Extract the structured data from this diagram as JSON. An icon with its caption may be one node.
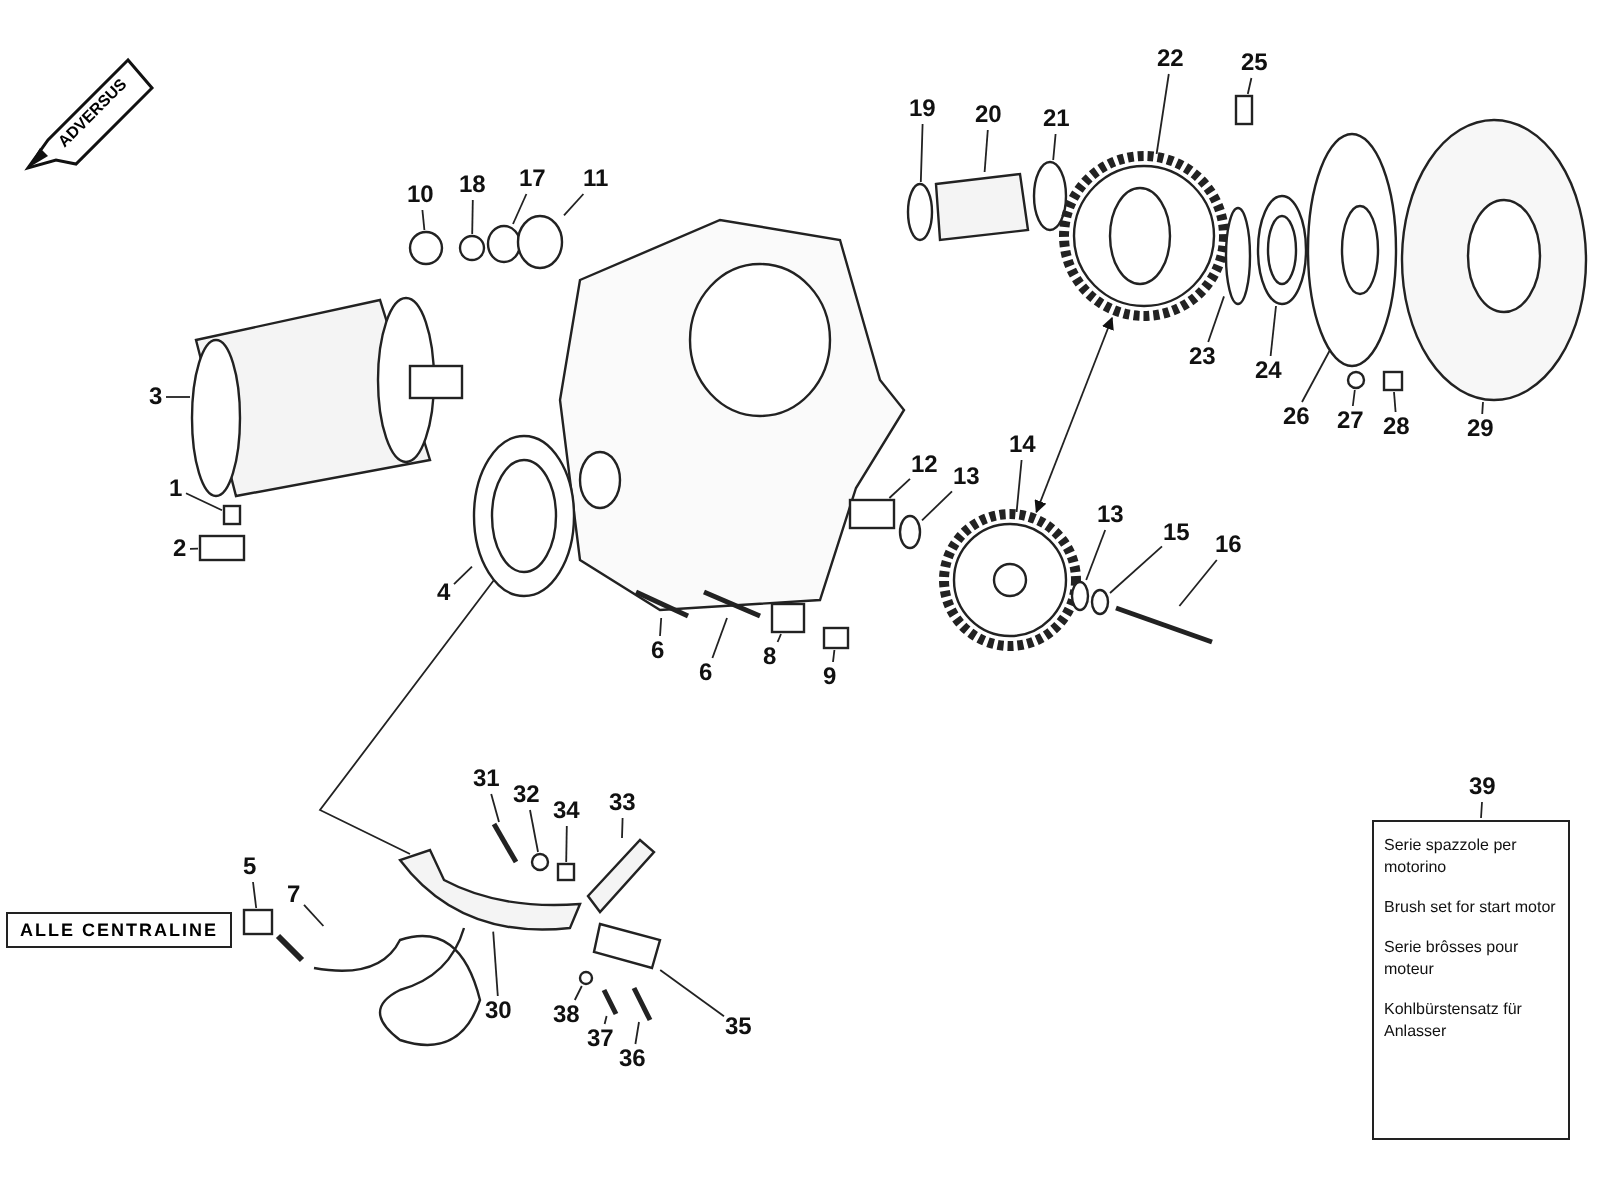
{
  "diagram": {
    "nodes": [
      {
        "text": [
          "10"
        ]
      },
      {
        "text": [
          "18"
        ]
      },
      {
        "text": [
          "17"
        ]
      },
      {
        "text": [
          "11"
        ]
      },
      {
        "text": [
          "19"
        ]
      },
      {
        "text": [
          "20"
        ]
      },
      {
        "text": [
          "21"
        ]
      },
      {
        "text": [
          "22"
        ]
      },
      {
        "text": [
          "25"
        ]
      },
      {
        "text": [
          "3"
        ]
      },
      {
        "text": [
          "1"
        ]
      },
      {
        "text": [
          "2"
        ]
      },
      {
        "text": [
          "4"
        ]
      },
      {
        "text": [
          "12"
        ]
      },
      {
        "text": [
          "13"
        ]
      },
      {
        "text": [
          "14"
        ]
      },
      {
        "text": [
          "13"
        ]
      },
      {
        "text": [
          "15"
        ]
      },
      {
        "text": [
          "16"
        ]
      },
      {
        "text": [
          "23"
        ]
      },
      {
        "text": [
          "24"
        ]
      },
      {
        "text": [
          "26"
        ]
      },
      {
        "text": [
          "27"
        ]
      },
      {
        "text": [
          "28"
        ]
      },
      {
        "text": [
          "29"
        ]
      },
      {
        "text": [
          "6"
        ]
      },
      {
        "text": [
          "8"
        ]
      },
      {
        "text": [
          "6"
        ]
      },
      {
        "text": [
          "9"
        ]
      },
      {
        "text": [
          "31"
        ]
      },
      {
        "text": [
          "32"
        ]
      },
      {
        "text": [
          "34"
        ]
      },
      {
        "text": [
          "33"
        ]
      },
      {
        "text": [
          "39"
        ]
      },
      {
        "text": [
          "Serie spazzole per motorino",
          "Brush set for start motor",
          "Serie brôsses pour moteur",
          "Kohlbürstensatz für Anlasser"
        ]
      },
      {
        "text": [
          "5"
        ]
      },
      {
        "text": [
          "7"
        ]
      },
      {
        "text": [
          "ALLE CENTRALINE"
        ]
      },
      {
        "text": [
          "30"
        ]
      },
      {
        "text": [
          "38"
        ]
      },
      {
        "text": [
          "37"
        ]
      },
      {
        "text": [
          "36"
        ]
      },
      {
        "text": [
          "35"
        ]
      },
      {
        "text": [],
        "shape": "box"
      },
      {
        "text": [],
        "shape": "box"
      },
      {
        "text": [],
        "shape": "box"
      },
      {
        "text": [],
        "shape": "picture"
      },
      {
        "text": [],
        "shape": "cylinder"
      },
      {
        "text": [],
        "shape": "circle"
      },
      {
        "text": [],
        "shape": "circle"
      },
      {
        "text": [],
        "shape": "bar"
      },
      {
        "text": [],
        "shape": "circle"
      },
      {
        "text": [],
        "shape": "picture"
      },
      {
        "text": [],
        "shape": "circle"
      },
      {
        "text": [],
        "shape": "circle"
      },
      {
        "text": [],
        "shape": "box"
      },
      {
        "text": [],
        "shape": "circle"
      },
      {
        "text": [],
        "shape": "picture"
      },
      {
        "text": [],
        "shape": "picture"
      },
      {
        "text": [],
        "shape": "bar"
      },
      {
        "text": [],
        "shape": "picture"
      },
      {
        "text": [],
        "shape": "bar"
      },
      {
        "text": [],
        "shape": "bar"
      },
      {
        "text": [],
        "shape": "bar"
      },
      {
        "text": [],
        "shape": "box"
      },
      {
        "text": [],
        "shape": "box"
      },
      {
        "text": [],
        "shape": "box"
      },
      {
        "text": [],
        "shape": "circle"
      },
      {
        "text": [],
        "shape": "circle"
      },
      {
        "text": [],
        "shape": "cylinder"
      },
      {
        "text": [],
        "shape": "picture"
      },
      {
        "text": [],
        "shape": "circle"
      },
      {
        "text": [],
        "shape": "circle"
      },
      {
        "text": [],
        "shape": "circle"
      },
      {
        "text": [],
        "shape": "bar"
      },
      {
        "text": [],
        "shape": "picture"
      },
      {
        "text": [],
        "shape": "circle"
      },
      {
        "text": [],
        "shape": "box"
      },
      {
        "text": [],
        "shape": "picture"
      },
      {
        "text": [],
        "shape": "picture"
      },
      {
        "text": [],
        "shape": "circle"
      },
      {
        "text": [],
        "shape": "box"
      },
      {
        "text": [],
        "shape": "picture"
      },
      {
        "text": [],
        "shape": "picture"
      }
    ],
    "edges": [
      {
        "from": 0,
        "to": 48,
        "arrow": "none"
      },
      {
        "from": 1,
        "to": 49,
        "arrow": "none"
      },
      {
        "from": 2,
        "to": 51,
        "arrow": "none"
      },
      {
        "from": 3,
        "to": 53,
        "arrow": "none"
      },
      {
        "from": 4,
        "to": 68,
        "arrow": "none"
      },
      {
        "from": 5,
        "to": 69,
        "arrow": "none"
      },
      {
        "from": 6,
        "to": 71,
        "arrow": "none"
      },
      {
        "from": 7,
        "to": 75,
        "arrow": "none"
      },
      {
        "from": 8,
        "to": 77,
        "arrow": "none"
      },
      {
        "from": 9,
        "to": 47,
        "arrow": "none"
      },
      {
        "from": 10,
        "to": 44,
        "arrow": "none"
      },
      {
        "from": 11,
        "to": 43,
        "arrow": "none"
      },
      {
        "from": 12,
        "to": 52,
        "arrow": "none"
      },
      {
        "from": 13,
        "to": 66,
        "arrow": "none"
      },
      {
        "from": 14,
        "to": 67,
        "arrow": "none"
      },
      {
        "from": 15,
        "to": 70,
        "arrow": "none"
      },
      {
        "from": 16,
        "to": 72,
        "arrow": "none"
      },
      {
        "from": 17,
        "to": 73,
        "arrow": "none"
      },
      {
        "from": 18,
        "to": 74,
        "arrow": "none"
      },
      {
        "from": 19,
        "to": 76,
        "arrow": "none"
      },
      {
        "from": 20,
        "to": 78,
        "arrow": "none"
      },
      {
        "from": 21,
        "to": 79,
        "arrow": "none"
      },
      {
        "from": 22,
        "to": 80,
        "arrow": "none"
      },
      {
        "from": 23,
        "to": 81,
        "arrow": "none"
      },
      {
        "from": 24,
        "to": 82,
        "arrow": "none"
      },
      {
        "from": 25,
        "to": 62,
        "arrow": "none"
      },
      {
        "from": 26,
        "to": 64,
        "arrow": "none"
      },
      {
        "from": 27,
        "to": 63,
        "arrow": "none"
      },
      {
        "from": 28,
        "to": 65,
        "arrow": "none"
      },
      {
        "from": 29,
        "to": 50,
        "arrow": "none"
      },
      {
        "from": 30,
        "to": 54,
        "arrow": "none"
      },
      {
        "from": 31,
        "to": 55,
        "arrow": "none"
      },
      {
        "from": 32,
        "to": 58,
        "arrow": "none"
      },
      {
        "from": 33,
        "to": 34,
        "arrow": "none"
      },
      {
        "from": 35,
        "to": 45,
        "arrow": "none"
      },
      {
        "from": 36,
        "to": 46,
        "arrow": "none"
      },
      {
        "from": 38,
        "to": 57,
        "arrow": "none"
      },
      {
        "from": 39,
        "to": 56,
        "arrow": "none"
      },
      {
        "from": 40,
        "to": 59,
        "arrow": "none"
      },
      {
        "from": 41,
        "to": 61,
        "arrow": "none"
      },
      {
        "from": 42,
        "to": 60,
        "arrow": "none"
      },
      {
        "from": 52,
        "to": 57,
        "arrow": "none"
      },
      {
        "from": 70,
        "to": 75,
        "arrow": "both"
      }
    ],
    "labels": [
      "ADVERSUS"
    ]
  }
}
